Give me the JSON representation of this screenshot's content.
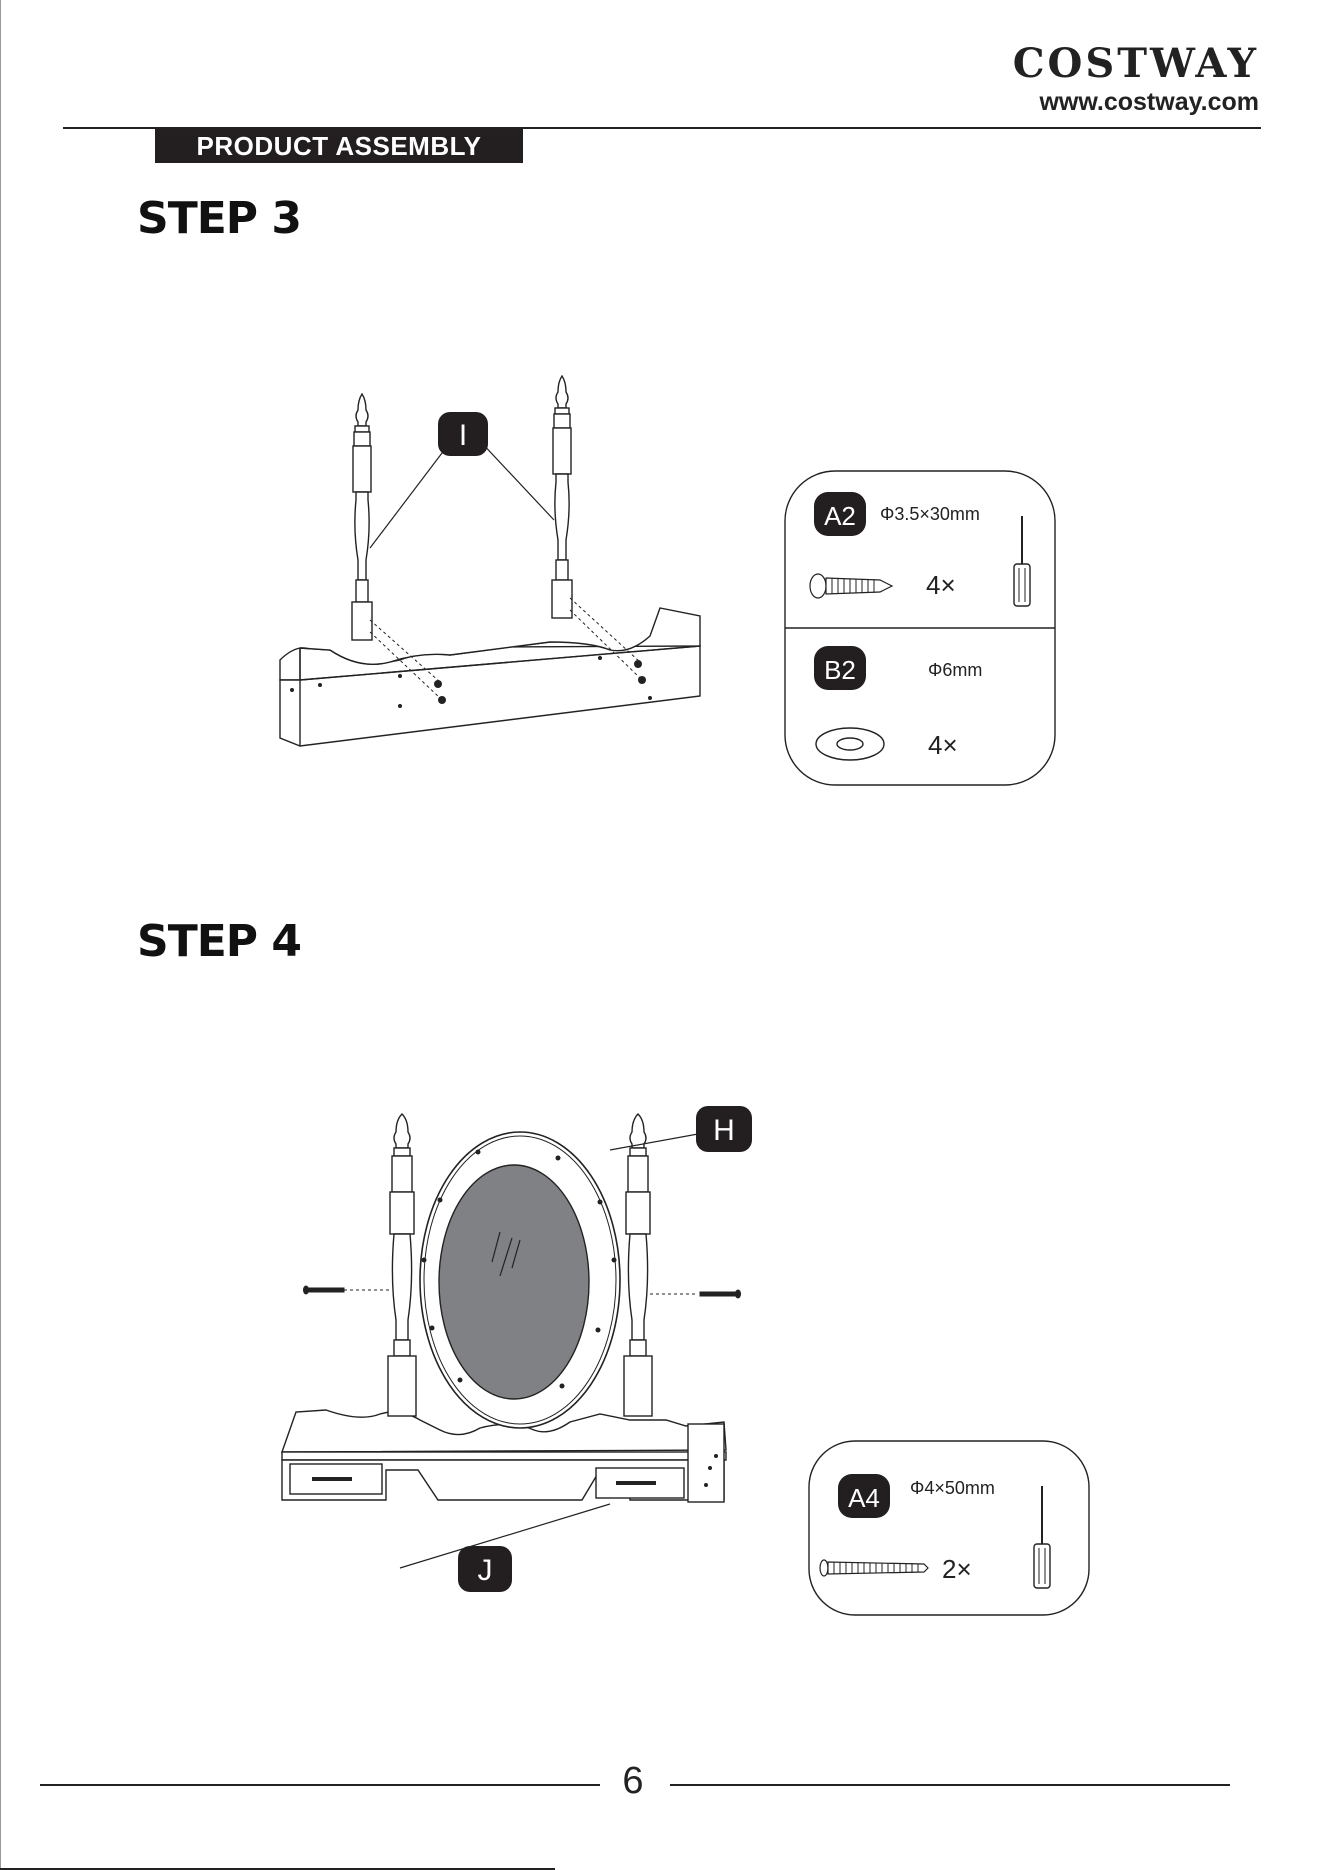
{
  "header": {
    "brand": "COSTWAY",
    "website": "www.costway.com",
    "section": "PRODUCT ASSEMBLY"
  },
  "step3": {
    "title": "STEP 3",
    "part_label": "I",
    "hardware": [
      {
        "code": "A2",
        "spec": "Φ3.5×30mm",
        "qty": "4×"
      },
      {
        "code": "B2",
        "spec": "Φ6mm",
        "qty": "4×"
      }
    ]
  },
  "step4": {
    "title": "STEP 4",
    "part_labels": {
      "mirror": "H",
      "base": "J"
    },
    "hardware": [
      {
        "code": "A4",
        "spec": "Φ4×50mm",
        "qty": "2×"
      }
    ]
  },
  "footer": {
    "page_number": "6"
  }
}
